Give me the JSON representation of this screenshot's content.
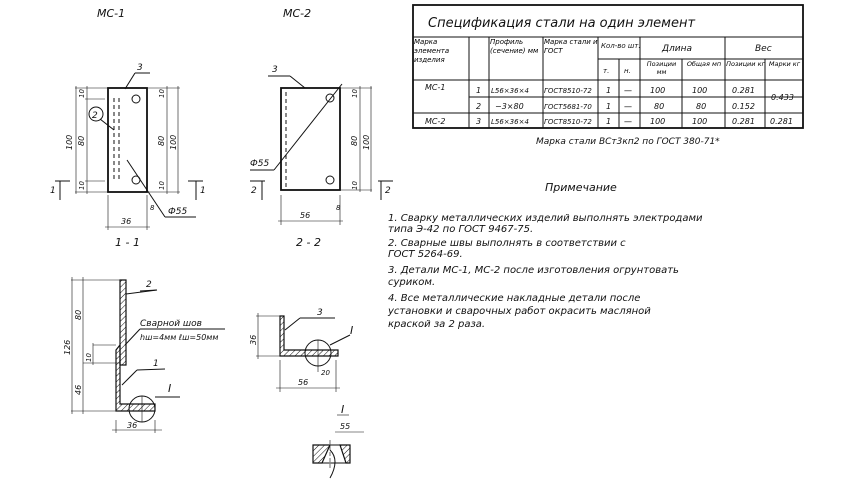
{
  "drawings": {
    "mc1_title": "МС-1",
    "mc2_title": "МС-2",
    "section_1": "1 - 1",
    "section_2": "2 - 2",
    "detail_mark": "I",
    "cut_mark_1": "1",
    "cut_mark_2": "2",
    "pos_1": "1",
    "pos_2": "2",
    "pos_3": "3",
    "dims": {
      "d100": "100",
      "d80": "80",
      "d10": "10",
      "d36": "36",
      "d56": "56",
      "d8": "8",
      "hole": "Ф55",
      "d126": "126",
      "d46": "46",
      "d20": "20",
      "d55": "55"
    },
    "weld_label": "Сварной шов",
    "weld_params": "hш=4мм ℓш=50мм"
  },
  "spec_table": {
    "title": "Спецификация стали на один элемент",
    "headers": {
      "mark": "Марка элемента изделия",
      "profile": "Профиль (сечение) мм",
      "steel": "Марка стали и ГОСТ",
      "qty": "Кол-во шт.",
      "qty_t": "т.",
      "qty_n": "н.",
      "length": "Длина",
      "len_pos": "Позиции мм",
      "len_total": "Общая мп",
      "weight": "Вес",
      "w_pos": "Позиции кг",
      "w_mark": "Марки кг"
    },
    "rows": [
      {
        "mark": "МС-1",
        "pos": "1",
        "profile": "L56×36×4",
        "gost": "ГОСТ8510-72",
        "t": "1",
        "n": "—",
        "len_pos": "100",
        "len_total": "100",
        "w_pos": "0.281",
        "w_mark": "0.433"
      },
      {
        "mark": "",
        "pos": "2",
        "profile": "−3×80",
        "gost": "ГОСТ5681-70",
        "t": "1",
        "n": "—",
        "len_pos": "80",
        "len_total": "80",
        "w_pos": "0.152",
        "w_mark": ""
      },
      {
        "mark": "МС-2",
        "pos": "3",
        "profile": "L56×36×4",
        "gost": "ГОСТ8510-72",
        "t": "1",
        "n": "—",
        "len_pos": "100",
        "len_total": "100",
        "w_pos": "0.281",
        "w_mark": "0.281"
      }
    ],
    "footer": "Марка стали ВСт3кп2 по ГОСТ 380-71*"
  },
  "notes": {
    "title": "Примечание",
    "lines": [
      "1. Сварку металлических изделий выполнять электродами",
      "типа Э-42 по ГОСТ 9467-75.",
      "2. Сварные швы выполнять в соответствии с",
      "ГОСТ 5264-69.",
      "3. Детали МС-1, МС-2 после изготовления огрунтовать",
      "суриком.",
      "4. Все металлические накладные детали после",
      "установки и сварочных работ окрасить масляной",
      "краской за 2 раза."
    ]
  }
}
